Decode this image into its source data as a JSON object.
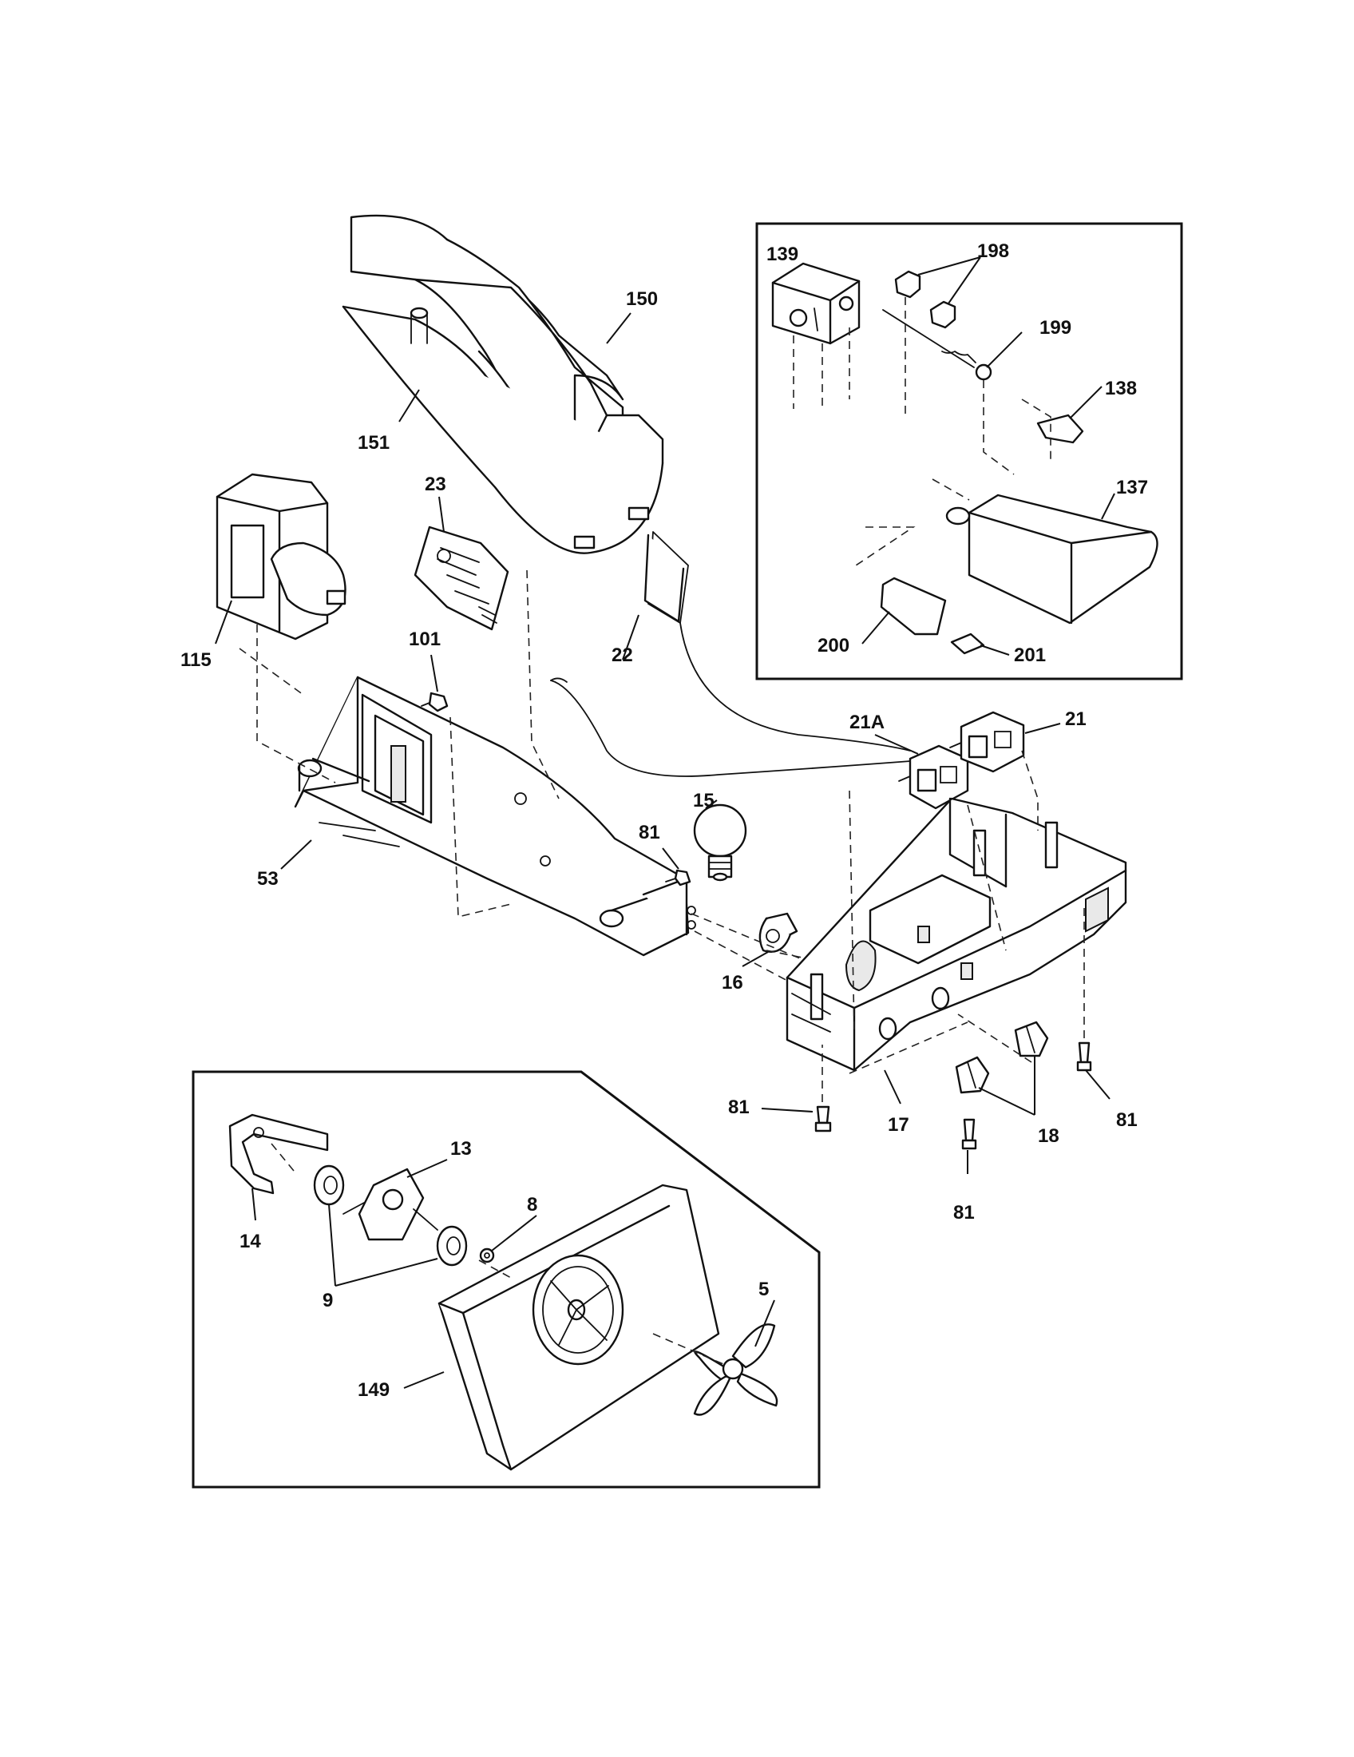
{
  "callouts": [
    {
      "id": "c150",
      "text": "150"
    },
    {
      "id": "c151",
      "text": "151"
    },
    {
      "id": "c139",
      "text": "139"
    },
    {
      "id": "c198",
      "text": "198"
    },
    {
      "id": "c199",
      "text": "199"
    },
    {
      "id": "c138",
      "text": "138"
    },
    {
      "id": "c137",
      "text": "137"
    },
    {
      "id": "c200",
      "text": "200"
    },
    {
      "id": "c201",
      "text": "201"
    },
    {
      "id": "c23",
      "text": "23"
    },
    {
      "id": "c115",
      "text": "115"
    },
    {
      "id": "c101",
      "text": "101"
    },
    {
      "id": "c22",
      "text": "22"
    },
    {
      "id": "c21A",
      "text": "21A"
    },
    {
      "id": "c21",
      "text": "21"
    },
    {
      "id": "c15",
      "text": "15"
    },
    {
      "id": "c81a",
      "text": "81"
    },
    {
      "id": "c53",
      "text": "53"
    },
    {
      "id": "c16",
      "text": "16"
    },
    {
      "id": "c81b",
      "text": "81"
    },
    {
      "id": "c17",
      "text": "17"
    },
    {
      "id": "c18",
      "text": "18"
    },
    {
      "id": "c81c",
      "text": "81"
    },
    {
      "id": "c81d",
      "text": "81"
    },
    {
      "id": "c13",
      "text": "13"
    },
    {
      "id": "c14",
      "text": "14"
    },
    {
      "id": "c8",
      "text": "8"
    },
    {
      "id": "c9",
      "text": "9"
    },
    {
      "id": "c5",
      "text": "5"
    },
    {
      "id": "c149",
      "text": "149"
    }
  ]
}
